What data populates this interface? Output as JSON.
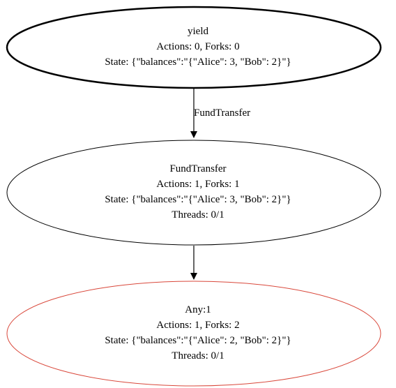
{
  "nodes": [
    {
      "id": "yield",
      "lines": [
        "yield",
        "Actions: 0, Forks: 0",
        "State: {\"balances\":\"{\"Alice\": 3, \"Bob\": 2}\"}"
      ],
      "border_color": "#000000",
      "border_style": "bold"
    },
    {
      "id": "FundTransfer",
      "lines": [
        "FundTransfer",
        "Actions: 1, Forks: 1",
        "State: {\"balances\":\"{\"Alice\": 3, \"Bob\": 2}\"}",
        "Threads: 0/1"
      ],
      "border_color": "#000000",
      "border_style": "normal"
    },
    {
      "id": "Any:1",
      "lines": [
        "Any:1",
        "Actions: 1, Forks: 2",
        "State: {\"balances\":\"{\"Alice\": 2, \"Bob\": 2}\"}",
        "Threads: 0/1"
      ],
      "border_color": "#d9473a",
      "border_style": "normal"
    }
  ],
  "edges": [
    {
      "from": "yield",
      "to": "FundTransfer",
      "label": "FundTransfer"
    },
    {
      "from": "FundTransfer",
      "to": "Any:1",
      "label": ""
    }
  ]
}
